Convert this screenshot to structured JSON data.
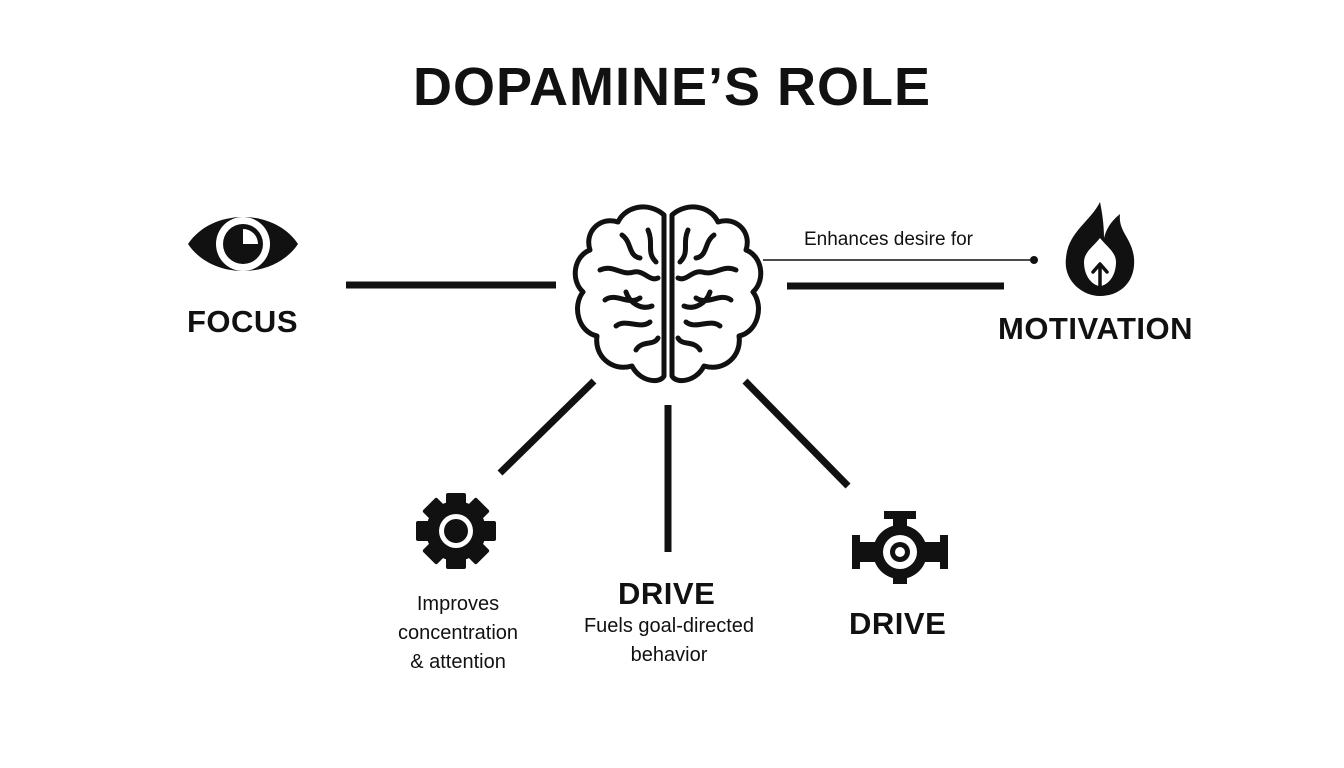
{
  "title": "DOPAMINE’S ROLE",
  "colors": {
    "ink": "#111111",
    "background": "#ffffff"
  },
  "nodes": {
    "center": {
      "icon": "brain-icon"
    },
    "focus": {
      "icon": "eye-icon",
      "label": "FOCUS"
    },
    "motivation": {
      "icon": "flame-arrow-icon",
      "label": "MOTIVATION",
      "edge_label": "Enhances desire for"
    },
    "gear": {
      "icon": "gear-icon",
      "desc_lines": [
        "Improves",
        "concentration",
        "& attention"
      ]
    },
    "drive_center": {
      "label": "DRIVE",
      "desc_lines": [
        "Fuels goal-directed",
        "behavior"
      ]
    },
    "drive_right": {
      "icon": "valve-icon",
      "label": "DRIVE"
    }
  }
}
